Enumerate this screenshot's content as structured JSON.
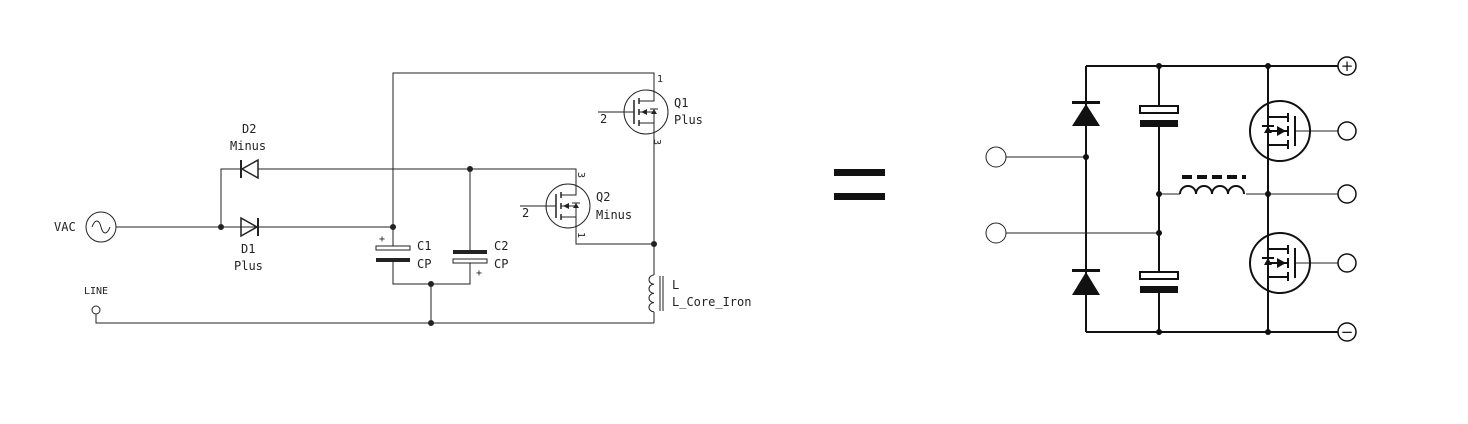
{
  "left_schematic": {
    "source": {
      "label": "VAC"
    },
    "line_terminal": {
      "label": "LINE"
    },
    "d1": {
      "ref": "D1",
      "value": "Plus"
    },
    "d2": {
      "ref": "D2",
      "value": "Minus"
    },
    "c1": {
      "ref": "C1",
      "value": "CP",
      "polarity": "+"
    },
    "c2": {
      "ref": "C2",
      "value": "CP",
      "polarity": "+"
    },
    "q1": {
      "ref": "Q1",
      "value": "Plus",
      "gate_pin": "2",
      "drain_pin": "1",
      "source_pin": "3"
    },
    "q2": {
      "ref": "Q2",
      "value": "Minus",
      "gate_pin": "2",
      "drain_pin": "3",
      "source_pin": "1"
    },
    "inductor": {
      "ref": "L",
      "value": "L_Core_Iron"
    }
  },
  "equals_sign": "=",
  "right_schematic": {
    "terminals": {
      "plus": "+",
      "minus": "−"
    }
  }
}
